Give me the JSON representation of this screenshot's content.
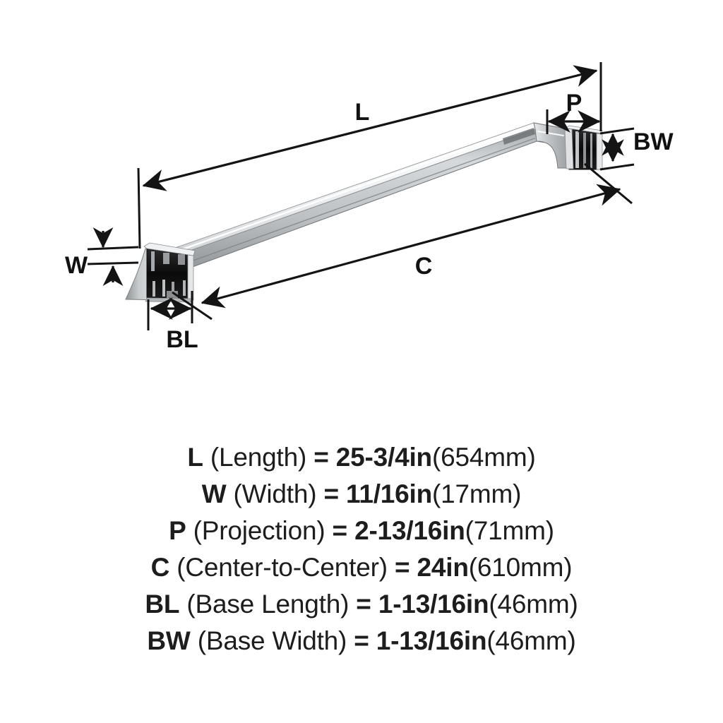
{
  "diagram": {
    "title": "Towel bar dimension diagram",
    "product": "wall-mounted towel bar",
    "finish_color": "#b9bcbe",
    "line_color": "#141414",
    "background": "#ffffff",
    "callouts": [
      {
        "id": "L",
        "label": "L",
        "meaning": "Length",
        "orientation": "diagonal-top"
      },
      {
        "id": "W",
        "label": "W",
        "meaning": "Width",
        "orientation": "vertical-left"
      },
      {
        "id": "P",
        "label": "P",
        "meaning": "Projection",
        "orientation": "horizontal-top-right"
      },
      {
        "id": "C",
        "label": "C",
        "meaning": "Center-to-Center",
        "orientation": "diagonal-bottom"
      },
      {
        "id": "BL",
        "label": "BL",
        "meaning": "Base Length",
        "orientation": "horizontal-bottom-left"
      },
      {
        "id": "BW",
        "label": "BW",
        "meaning": "Base Width",
        "orientation": "vertical-right"
      }
    ]
  },
  "specs": [
    {
      "symbol": "L",
      "name": "(Length)",
      "equals": "=",
      "value": "25-3/4in",
      "metric": "(654mm)"
    },
    {
      "symbol": "W",
      "name": "(Width)",
      "equals": "=",
      "value": "11/16in",
      "metric": "(17mm)"
    },
    {
      "symbol": "P",
      "name": "(Projection)",
      "equals": "=",
      "value": "2-13/16in",
      "metric": "(71mm)"
    },
    {
      "symbol": "C",
      "name": "(Center-to-Center)",
      "equals": "=",
      "value": "24in",
      "metric": "(610mm)"
    },
    {
      "symbol": "BL",
      "name": "(Base Length)",
      "equals": "=",
      "value": "1-13/16in",
      "metric": "(46mm)"
    },
    {
      "symbol": "BW",
      "name": "(Base Width)",
      "equals": "=",
      "value": "1-13/16in",
      "metric": "(46mm)"
    }
  ]
}
